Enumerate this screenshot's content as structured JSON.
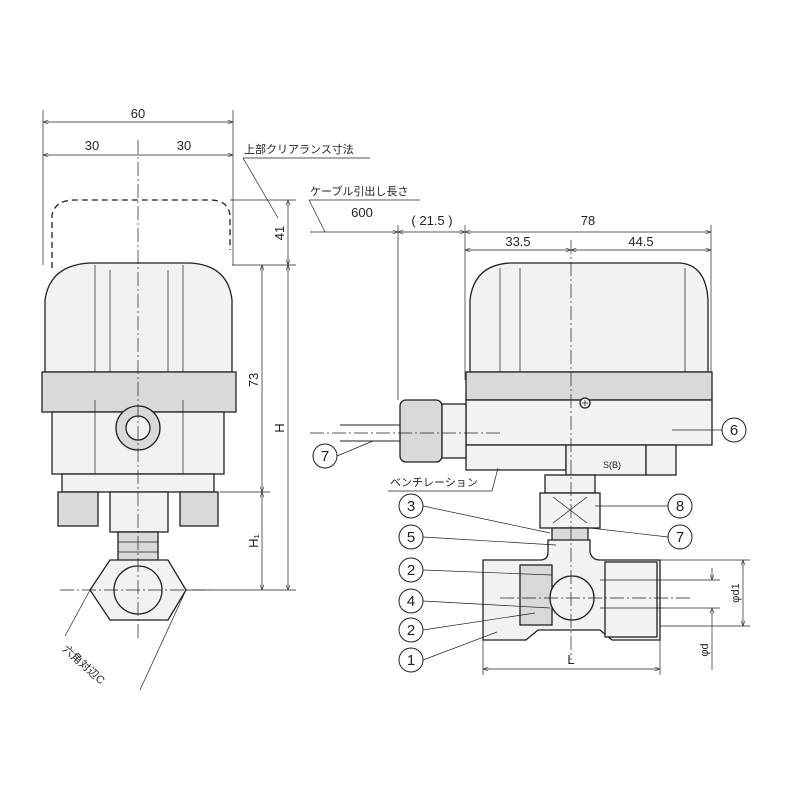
{
  "front_view": {
    "dim_width_total": "60",
    "dim_width_left": "30",
    "dim_width_right": "30",
    "dim_clearance": "41",
    "dim_actuator_height": "73",
    "dim_H": "H",
    "dim_H1": "H₁",
    "label_clearance": "上部クリアランス寸法",
    "label_hex": "六角対辺C"
  },
  "side_view": {
    "label_cable": "ケーブル引出し長さ",
    "dim_cable": "600",
    "dim_gland": "( 21.5 )",
    "dim_depth_total": "78",
    "dim_depth_left": "33.5",
    "dim_depth_right": "44.5",
    "label_ventilation": "ベンチレーション",
    "label_switch": "S(B)",
    "dim_L": "L",
    "dim_d1": "φd1",
    "dim_d": "φd",
    "balloons_left": [
      "7",
      "3",
      "5",
      "2",
      "4",
      "2",
      "1"
    ],
    "balloons_right": [
      "6",
      "8",
      "7"
    ]
  }
}
